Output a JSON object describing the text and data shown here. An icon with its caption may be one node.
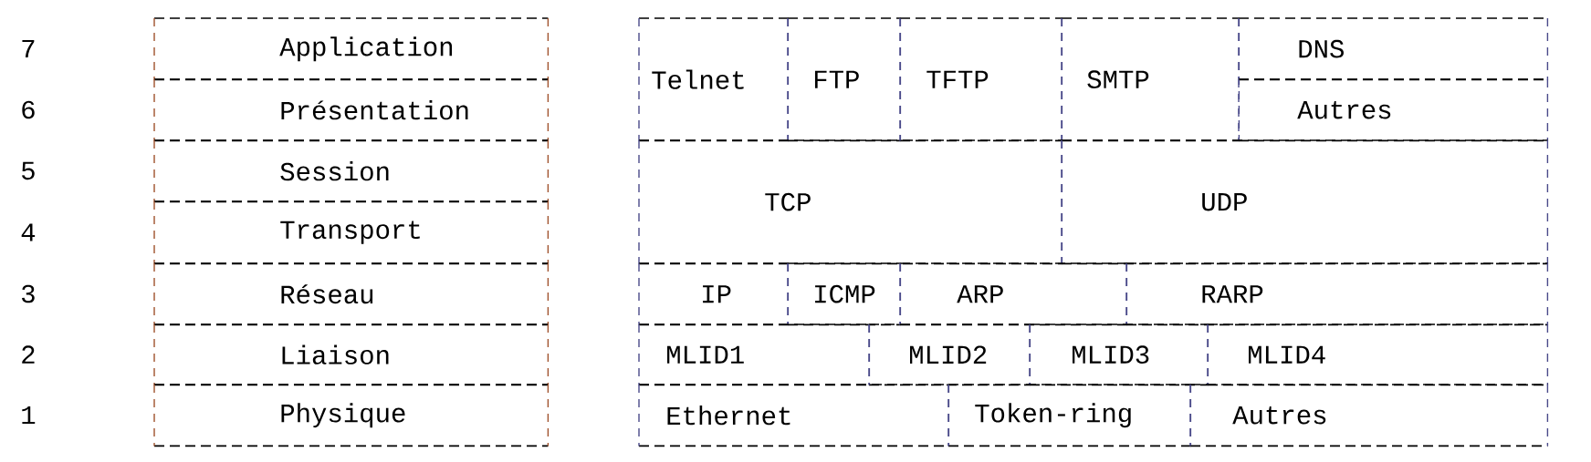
{
  "diagram": {
    "nodes": [
      {
        "text": [
          "Application"
        ]
      },
      {
        "text": [
          "Présentation"
        ]
      },
      {
        "text": [
          "Session"
        ]
      },
      {
        "text": [
          "Transport"
        ]
      },
      {
        "text": [
          "Réseau"
        ]
      },
      {
        "text": [
          "Liaison"
        ]
      },
      {
        "text": [
          "Physique"
        ]
      },
      {
        "text": [
          "Telnet"
        ]
      },
      {
        "text": [
          "FTP"
        ]
      },
      {
        "text": [
          "TFTP"
        ]
      },
      {
        "text": [
          "SMTP"
        ]
      },
      {
        "text": [
          "DNS"
        ]
      },
      {
        "text": [
          "Autres"
        ]
      },
      {
        "text": [
          "TCP"
        ]
      },
      {
        "text": [
          "UDP"
        ]
      },
      {
        "text": [
          "IP"
        ]
      },
      {
        "text": [
          "ICMP"
        ]
      },
      {
        "text": [
          "ARP"
        ]
      },
      {
        "text": [
          "RARP"
        ]
      },
      {
        "text": [
          "MLID1"
        ]
      },
      {
        "text": [
          "MLID2"
        ]
      },
      {
        "text": [
          "MLID3"
        ]
      },
      {
        "text": [
          "MLID4"
        ]
      },
      {
        "text": [
          "Ethernet"
        ]
      },
      {
        "text": [
          "Token-ring"
        ]
      },
      {
        "text": [
          "Autres"
        ]
      }
    ],
    "labels": [
      "7",
      "6",
      "5",
      "4",
      "3",
      "2",
      "1"
    ]
  }
}
